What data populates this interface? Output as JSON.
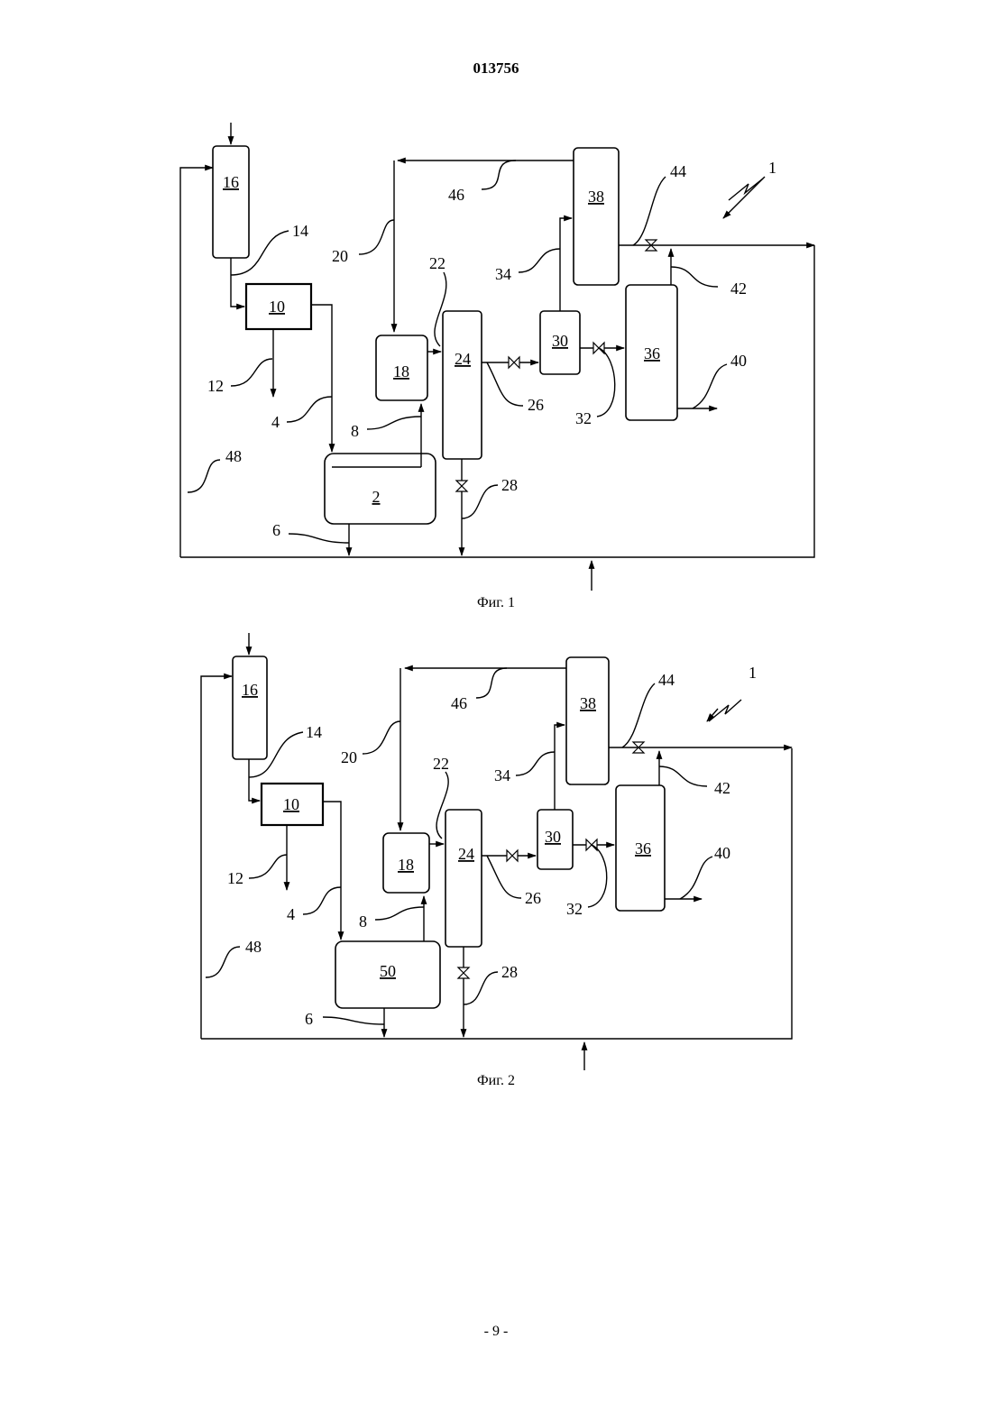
{
  "header": {
    "document_number": "013756"
  },
  "footer": {
    "page_number": "- 9 -"
  },
  "figures": [
    {
      "caption": "Фиг. 1",
      "units": {
        "u16": "16",
        "u10": "10",
        "u18": "18",
        "u24": "24",
        "u30": "30",
        "u38": "38",
        "u36": "36",
        "u2": "2"
      },
      "refs": {
        "r1": "1",
        "r4": "4",
        "r6": "6",
        "r8": "8",
        "r12": "12",
        "r14": "14",
        "r20": "20",
        "r22": "22",
        "r26": "26",
        "r28": "28",
        "r32": "32",
        "r34": "34",
        "r40": "40",
        "r42": "42",
        "r44": "44",
        "r46": "46",
        "r48": "48"
      }
    },
    {
      "caption": "Фиг. 2",
      "units": {
        "u16": "16",
        "u10": "10",
        "u18": "18",
        "u24": "24",
        "u30": "30",
        "u38": "38",
        "u36": "36",
        "u50": "50"
      },
      "refs": {
        "r1": "1",
        "r4": "4",
        "r6": "6",
        "r8": "8",
        "r12": "12",
        "r14": "14",
        "r20": "20",
        "r22": "22",
        "r26": "26",
        "r28": "28",
        "r32": "32",
        "r34": "34",
        "r40": "40",
        "r42": "42",
        "r44": "44",
        "r46": "46",
        "r48": "48"
      }
    }
  ]
}
